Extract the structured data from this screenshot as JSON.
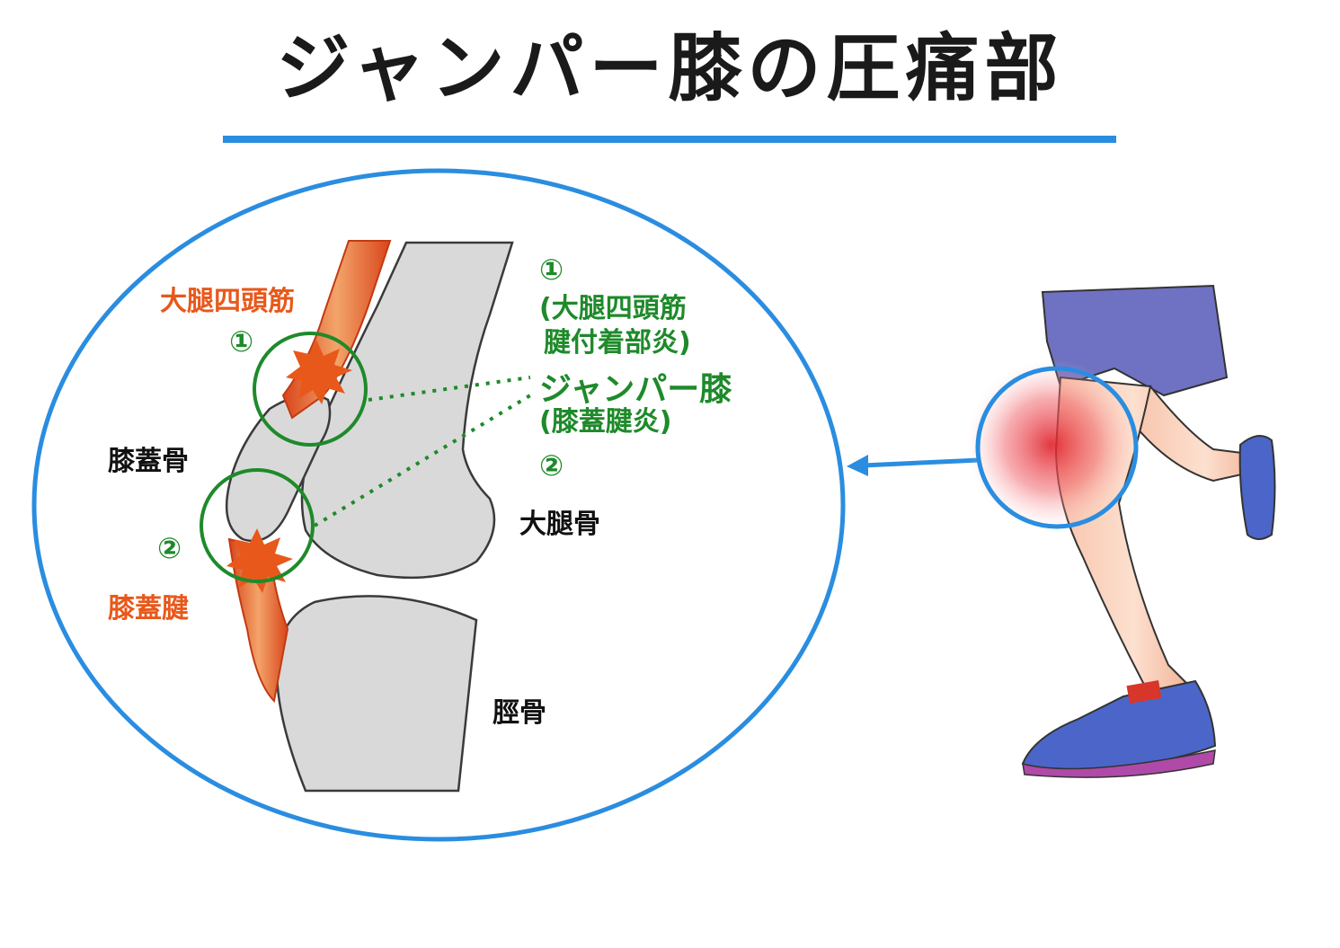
{
  "title": "ジャンパー膝の圧痛部",
  "labels": {
    "quadriceps": "大腿四頭筋",
    "patella": "膝蓋骨",
    "patellar_tendon": "膝蓋腱",
    "femur": "大腿骨",
    "tibia": "脛骨",
    "marker_1": "①",
    "marker_2": "②"
  },
  "legend": {
    "item1_num": "①",
    "item1_line1": "(大腿四頭筋",
    "item1_line2": "腱付着部炎)",
    "jumper_knee": "ジャンパー膝",
    "item2_desc": "(膝蓋腱炎)",
    "item2_num": "②"
  },
  "colors": {
    "accent_blue": "#2a8de0",
    "muscle_orange": "#e8581b",
    "marker_green": "#1e8a2a",
    "bone_gray": "#d9d9d9"
  }
}
